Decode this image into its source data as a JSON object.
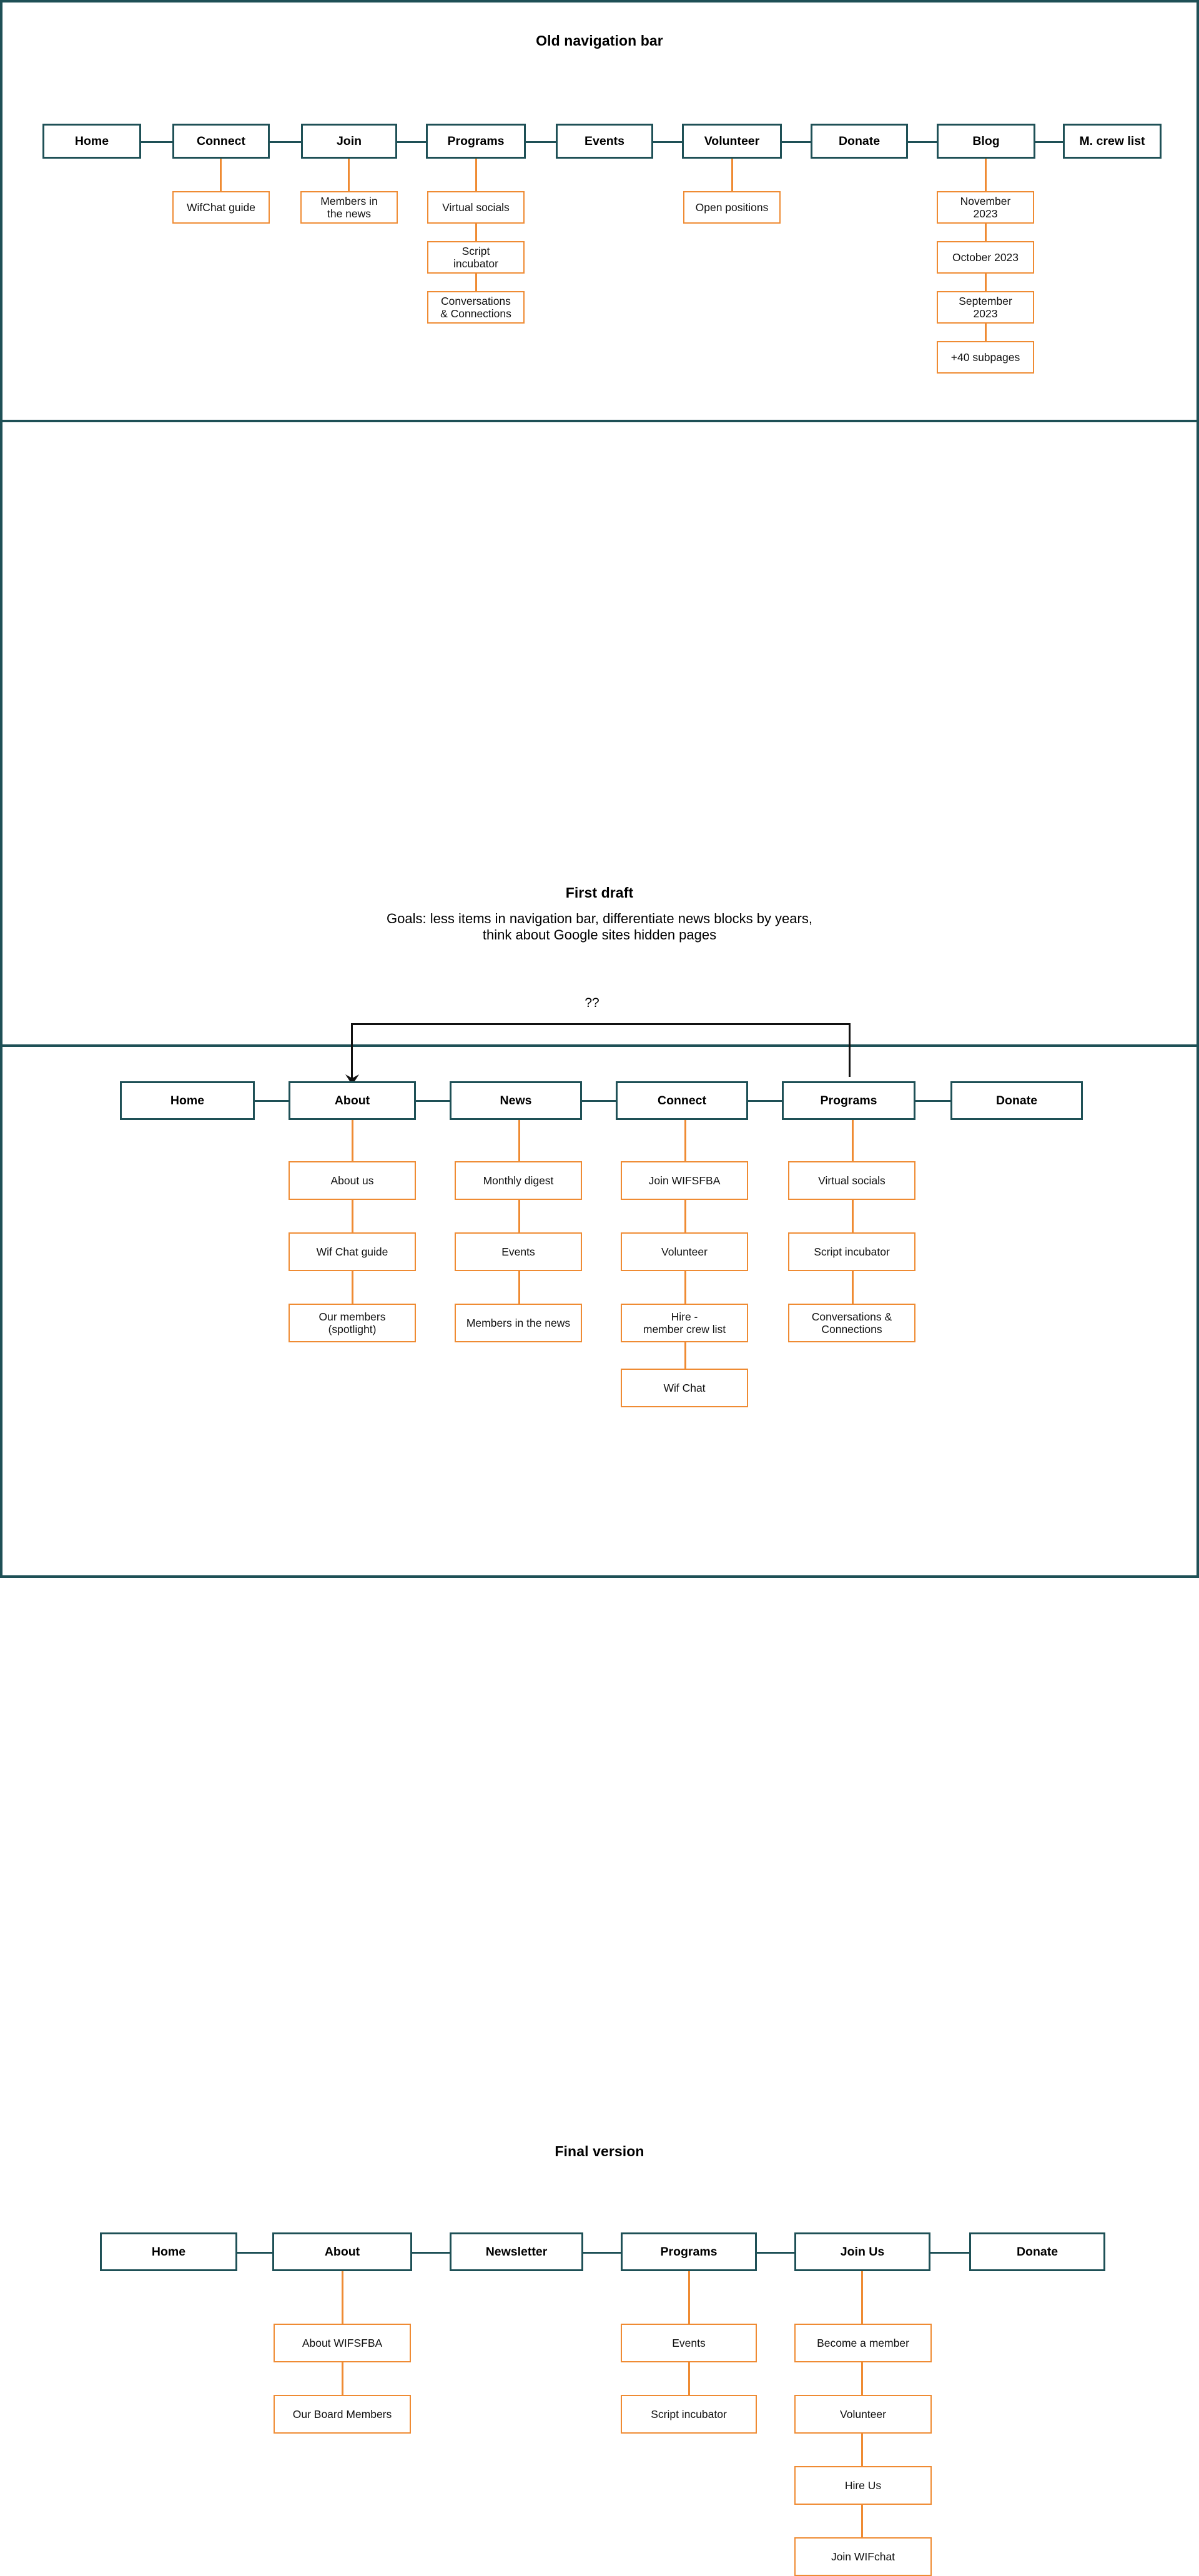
{
  "sections": [
    {
      "id": "old",
      "title": "Old navigation bar",
      "subtitle": "",
      "nav": [
        {
          "label": "Home"
        },
        {
          "label": "Connect"
        },
        {
          "label": "Join"
        },
        {
          "label": "Programs"
        },
        {
          "label": "Events"
        },
        {
          "label": "Volunteer"
        },
        {
          "label": "Donate"
        },
        {
          "label": "Blog"
        },
        {
          "label": "M. crew list"
        }
      ],
      "columns": [
        {
          "parent": "Connect",
          "children": [
            "WifChat guide"
          ]
        },
        {
          "parent": "Join",
          "children": [
            "Members in\nthe news"
          ]
        },
        {
          "parent": "Programs",
          "children": [
            "Virtual socials",
            "Script\nincubator",
            "Conversations\n& Connections"
          ]
        },
        {
          "parent": "Volunteer",
          "children": [
            "Open positions"
          ]
        },
        {
          "parent": "Blog",
          "children": [
            "November\n2023",
            "October 2023",
            "September\n2023",
            "+40 subpages"
          ]
        }
      ]
    },
    {
      "id": "draft",
      "title": "First draft",
      "subtitle": "Goals: less items in navigation bar, differentiate news blocks by years,\nthink about Google sites hidden pages",
      "loop_label": "??",
      "nav": [
        {
          "label": "Home"
        },
        {
          "label": "About"
        },
        {
          "label": "News"
        },
        {
          "label": "Connect"
        },
        {
          "label": "Programs"
        },
        {
          "label": "Donate"
        }
      ],
      "columns": [
        {
          "parent": "About",
          "children": [
            "About us",
            "Wif Chat guide",
            "Our members\n(spotlight)"
          ]
        },
        {
          "parent": "News",
          "children": [
            "Monthly digest",
            "Events",
            "Members in the news"
          ]
        },
        {
          "parent": "Connect",
          "children": [
            "Join WIFSFBA",
            "Volunteer",
            "Hire -\nmember crew list",
            "Wif Chat"
          ]
        },
        {
          "parent": "Programs",
          "children": [
            "Virtual socials",
            "Script incubator",
            "Conversations &\nConnections"
          ]
        }
      ]
    },
    {
      "id": "final",
      "title": "Final version",
      "subtitle": "",
      "nav": [
        {
          "label": "Home"
        },
        {
          "label": "About"
        },
        {
          "label": "Newsletter"
        },
        {
          "label": "Programs"
        },
        {
          "label": "Join Us"
        },
        {
          "label": "Donate"
        }
      ],
      "columns": [
        {
          "parent": "About",
          "children": [
            "About WIFSFBA",
            "Our Board Members"
          ]
        },
        {
          "parent": "Programs",
          "children": [
            "Events",
            "Script incubator"
          ]
        },
        {
          "parent": "Join Us",
          "children": [
            "Become a member",
            "Volunteer",
            "Hire Us",
            "Join WIFchat"
          ]
        }
      ]
    }
  ],
  "colors": {
    "primary": "#1e5056",
    "accent": "#ef8b33",
    "arrow": "#111111",
    "background": "#ffffff"
  }
}
